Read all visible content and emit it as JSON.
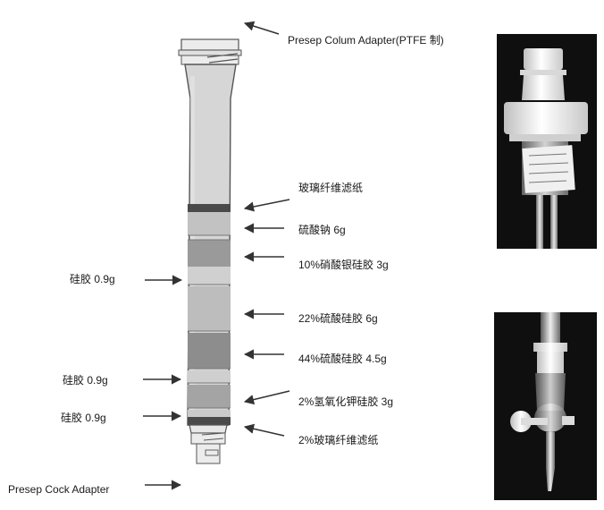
{
  "column_labels": {
    "top_adapter": "Presep Colum  Adapter(PTFE 制)",
    "glass_fiber_top": "玻璃纤维滤纸",
    "sodium_sulfate": "硫酸钠  6g",
    "silver_nitrate": "10%硝酸银硅胶  3g",
    "sulfuric_22": "22%硫酸硅胶  6g",
    "sulfuric_44": "44%硫酸硅胶  4.5g",
    "koh": "2%氢氧化钾硅胶  3g",
    "glass_fiber_bottom": "2%玻璃纤维滤纸",
    "silica_1": "硅胶  0.9g",
    "silica_2": "硅胶  0.9g",
    "silica_3": "硅胶  0.9g",
    "cock_adapter": "Presep Cock  Adapter"
  },
  "colors": {
    "tube_fill": "#d6d6d6",
    "tube_outline": "#555555",
    "band_dark": "#4a4a4a",
    "band_mid": "#9a9a9a",
    "band_light": "#c2c2c2",
    "arrow": "#333333",
    "photo_bg": "#0f0f0f"
  }
}
